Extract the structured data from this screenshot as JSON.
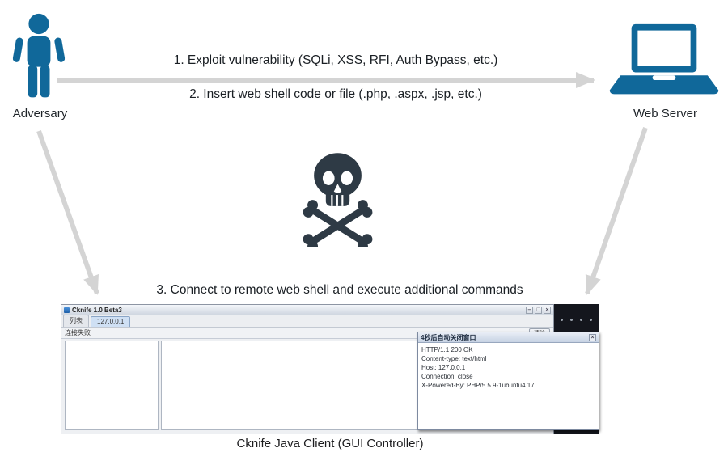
{
  "diagram": {
    "actors": {
      "adversary_label": "Adversary",
      "web_server_label": "Web Server"
    },
    "steps": {
      "step1": "1. Exploit vulnerability (SQLi, XSS, RFI, Auth Bypass, etc.)",
      "step2": "2. Insert web shell code or file (.php, .aspx, .jsp, etc.)",
      "step3": "3. Connect to remote web shell and execute additional commands"
    },
    "caption": "Cknife Java Client (GUI Controller)",
    "icons": {
      "adversary": "person-icon",
      "web_server": "laptop-icon",
      "malware": "skull-crossbones-icon"
    },
    "colors": {
      "icon_blue": "#10689a",
      "arrow_gray": "#d4d4d4",
      "skull_dark": "#2e3a45"
    }
  },
  "cknife": {
    "window_title": "Cknife 1.0 Beta3",
    "window_icons": {
      "minimize": "–",
      "maximize": "□",
      "close": "×"
    },
    "tabs": [
      {
        "label": "列表"
      },
      {
        "label": "127.0.0.1"
      }
    ],
    "status_text": "连接失败",
    "clear_button_label": "清除",
    "popup": {
      "title": "4秒后自动关闭窗口",
      "lines": [
        "HTTP/1.1 200 OK",
        "Content-type: text/html",
        "Host: 127.0.0.1",
        "Connection: close",
        "X-Powered-By: PHP/5.5.9-1ubuntu4.17"
      ]
    }
  }
}
